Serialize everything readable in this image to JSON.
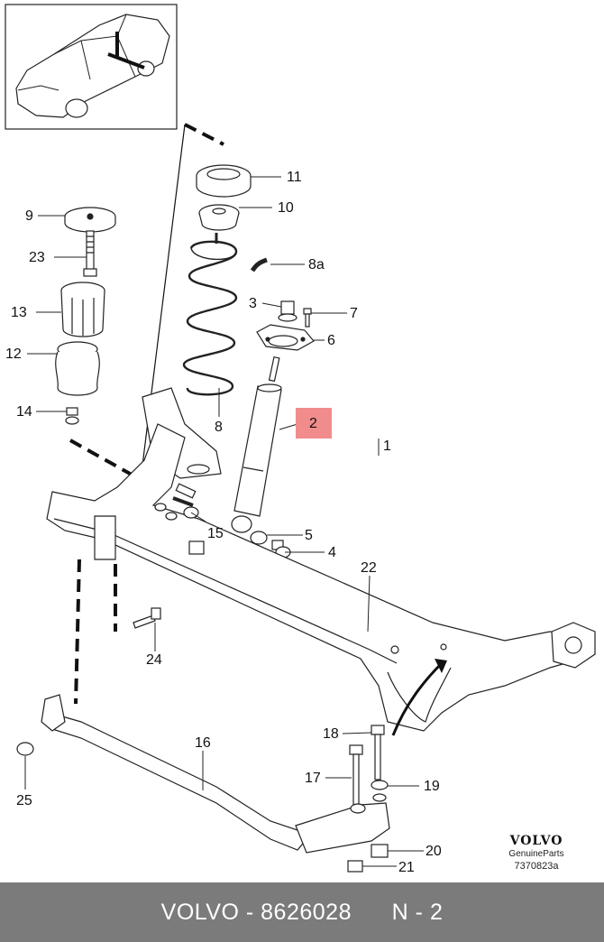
{
  "callouts": [
    {
      "id": "c1",
      "text": "1"
    },
    {
      "id": "c2",
      "text": "2"
    },
    {
      "id": "c3",
      "text": "3"
    },
    {
      "id": "c4",
      "text": "4"
    },
    {
      "id": "c5",
      "text": "5"
    },
    {
      "id": "c6",
      "text": "6"
    },
    {
      "id": "c7",
      "text": "7"
    },
    {
      "id": "c8",
      "text": "8"
    },
    {
      "id": "c8a",
      "text": "8a"
    },
    {
      "id": "c9",
      "text": "9"
    },
    {
      "id": "c10",
      "text": "10"
    },
    {
      "id": "c11",
      "text": "11"
    },
    {
      "id": "c12",
      "text": "12"
    },
    {
      "id": "c13",
      "text": "13"
    },
    {
      "id": "c14",
      "text": "14"
    },
    {
      "id": "c15",
      "text": "15"
    },
    {
      "id": "c16",
      "text": "16"
    },
    {
      "id": "c17",
      "text": "17"
    },
    {
      "id": "c18",
      "text": "18"
    },
    {
      "id": "c19",
      "text": "19"
    },
    {
      "id": "c20",
      "text": "20"
    },
    {
      "id": "c21",
      "text": "21"
    },
    {
      "id": "c22",
      "text": "22"
    },
    {
      "id": "c23",
      "text": "23"
    },
    {
      "id": "c24",
      "text": "24"
    },
    {
      "id": "c25",
      "text": "25"
    }
  ],
  "highlight": {
    "part": "2",
    "color": "#f08c8c"
  },
  "brand": {
    "logo": "VOLVO",
    "sub": "GenuineParts",
    "drawing_number": "7370823a"
  },
  "footer": {
    "brand": "VOLVO",
    "separator": " - ",
    "part_number": "8626028",
    "page": "N - 2"
  }
}
